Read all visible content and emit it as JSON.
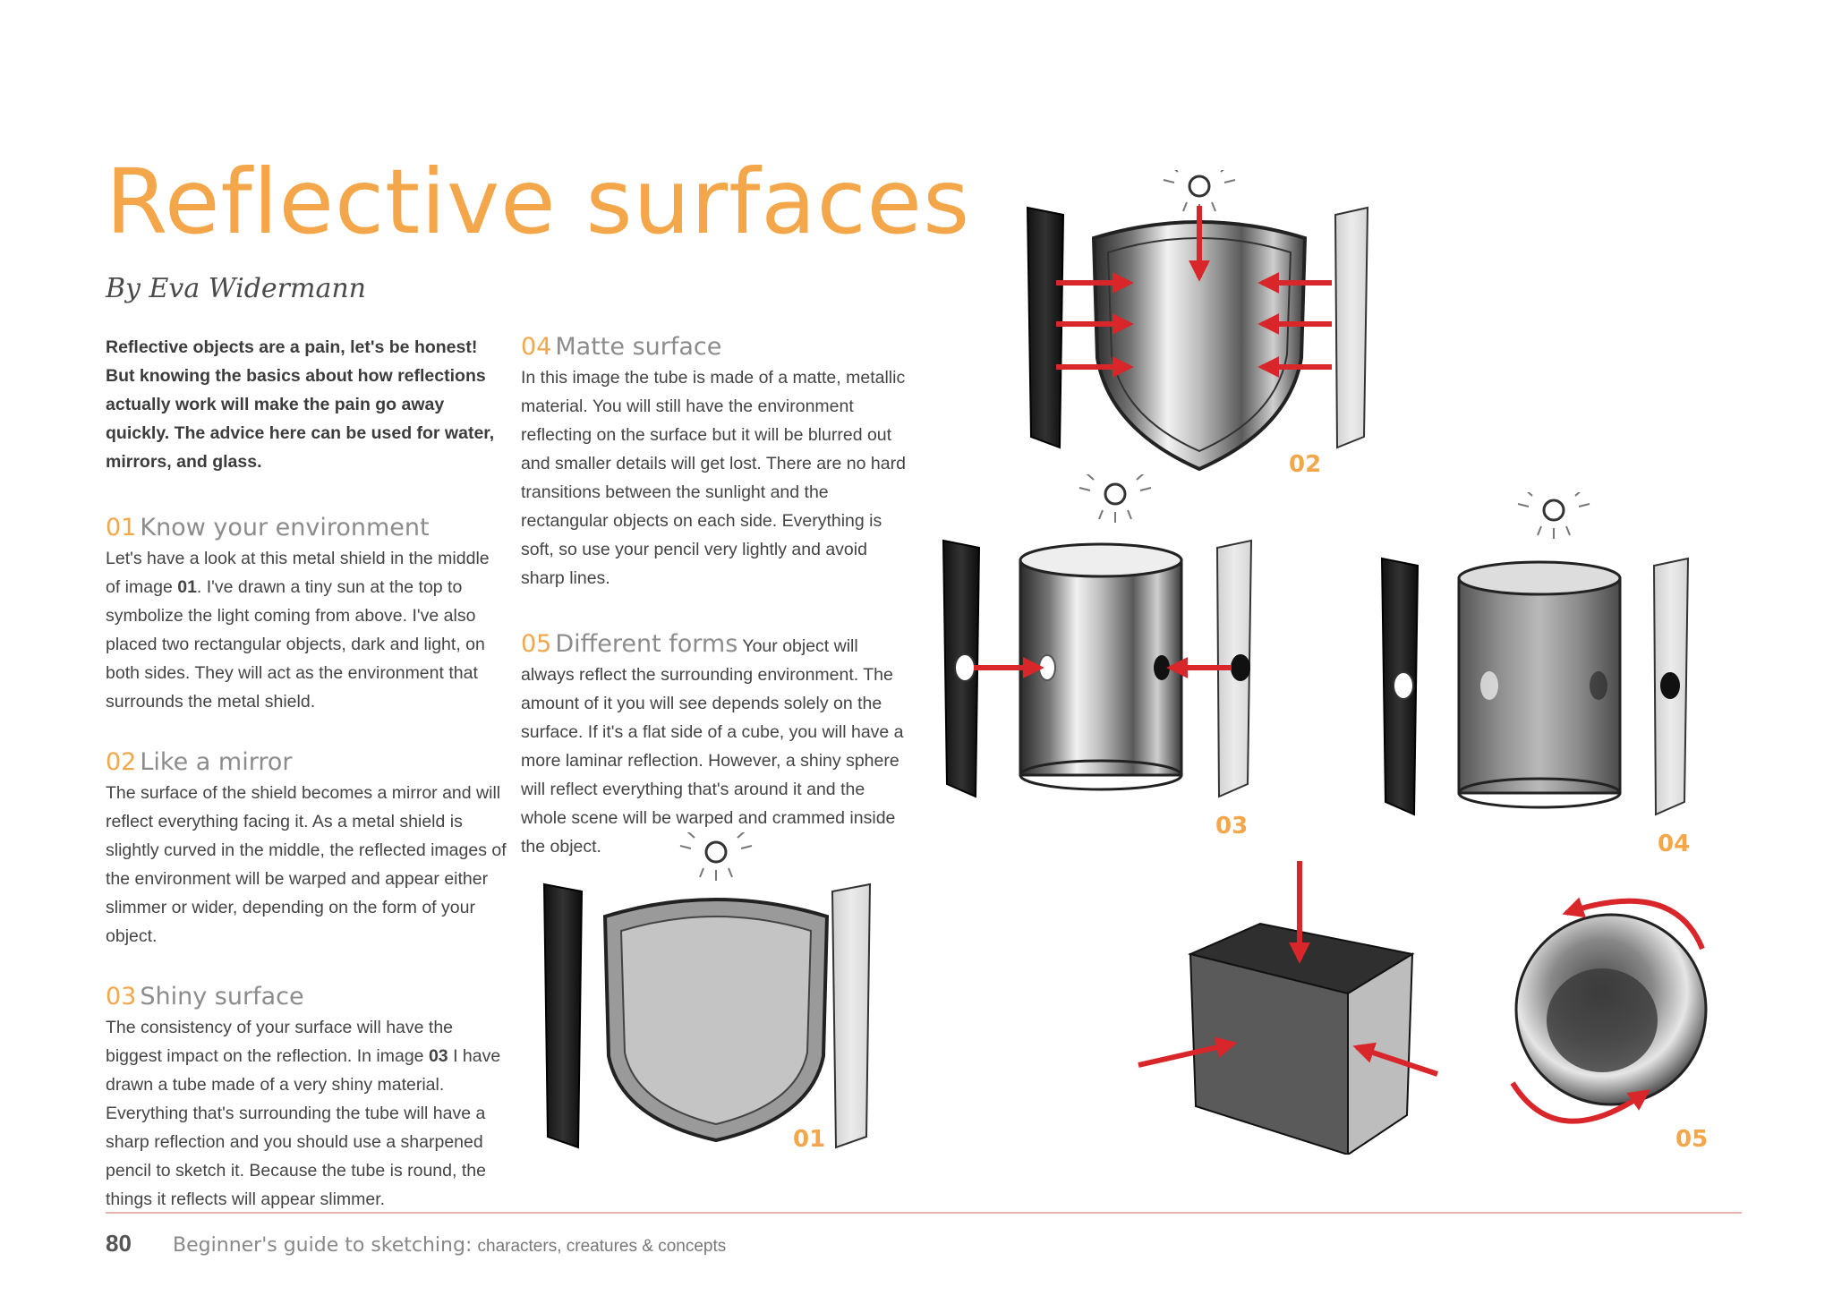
{
  "title": "Reflective surfaces",
  "byline": "By Eva Widermann",
  "intro": "Reflective objects are a pain, let's be honest! But knowing the basics about how reflections actually work will make the pain go away quickly. The advice here can be used for water, mirrors, and glass.",
  "sections": [
    {
      "num": "01",
      "heading": "Know your environment",
      "pre": "Let's have a look at this metal shield in the middle of image ",
      "ref": "01",
      "post": ". I've drawn a tiny sun at the top to symbolize the light coming from above. I've also placed two rectangular objects, dark and light, on both sides. They will act as the environment that surrounds the metal shield."
    },
    {
      "num": "02",
      "heading": "Like a mirror",
      "text": "The surface of the shield becomes a mirror and will reflect everything facing it. As a metal shield is slightly curved in the middle, the reflected images of the environment will be warped and appear either slimmer or wider, depending on the form of your object."
    },
    {
      "num": "03",
      "heading": "Shiny surface",
      "pre": "The consistency of your surface will have the biggest impact on the reflection. In image ",
      "ref": "03",
      "post": " I have drawn a tube made of a very shiny material. Everything that's surrounding the tube will have a sharp reflection and you should use a sharpened pencil to sketch it. Because the tube is round, the things it reflects will appear slimmer."
    },
    {
      "num": "04",
      "heading": "Matte surface",
      "text": "In this image the tube is made of a matte, metallic material. You will still have the environment reflecting on the surface but it will be blurred out and smaller details will get lost. There are no hard transitions between the sunlight and the rectangular objects on each side. Everything is soft, so use your pencil very lightly and avoid sharp lines."
    },
    {
      "num": "05",
      "heading": "Different forms",
      "text": "Your object will always reflect the surrounding environment. The amount of it you will see depends solely on the surface. If it's a flat side of a cube, you will have a more laminar reflection. However, a shiny sphere will reflect everything that's around it and the whole scene will be warped and crammed inside the object."
    }
  ],
  "figures": {
    "f01": "01",
    "f02": "02",
    "f03": "03",
    "f04": "04",
    "f05": "05"
  },
  "footer": {
    "page_number": "80",
    "book_title": "Beginner's guide to sketching:",
    "book_subtitle": "characters, creatures & concepts"
  },
  "colors": {
    "accent": "#f3a74a",
    "arrow": "#d8262a",
    "rule": "#e6b3b3"
  }
}
